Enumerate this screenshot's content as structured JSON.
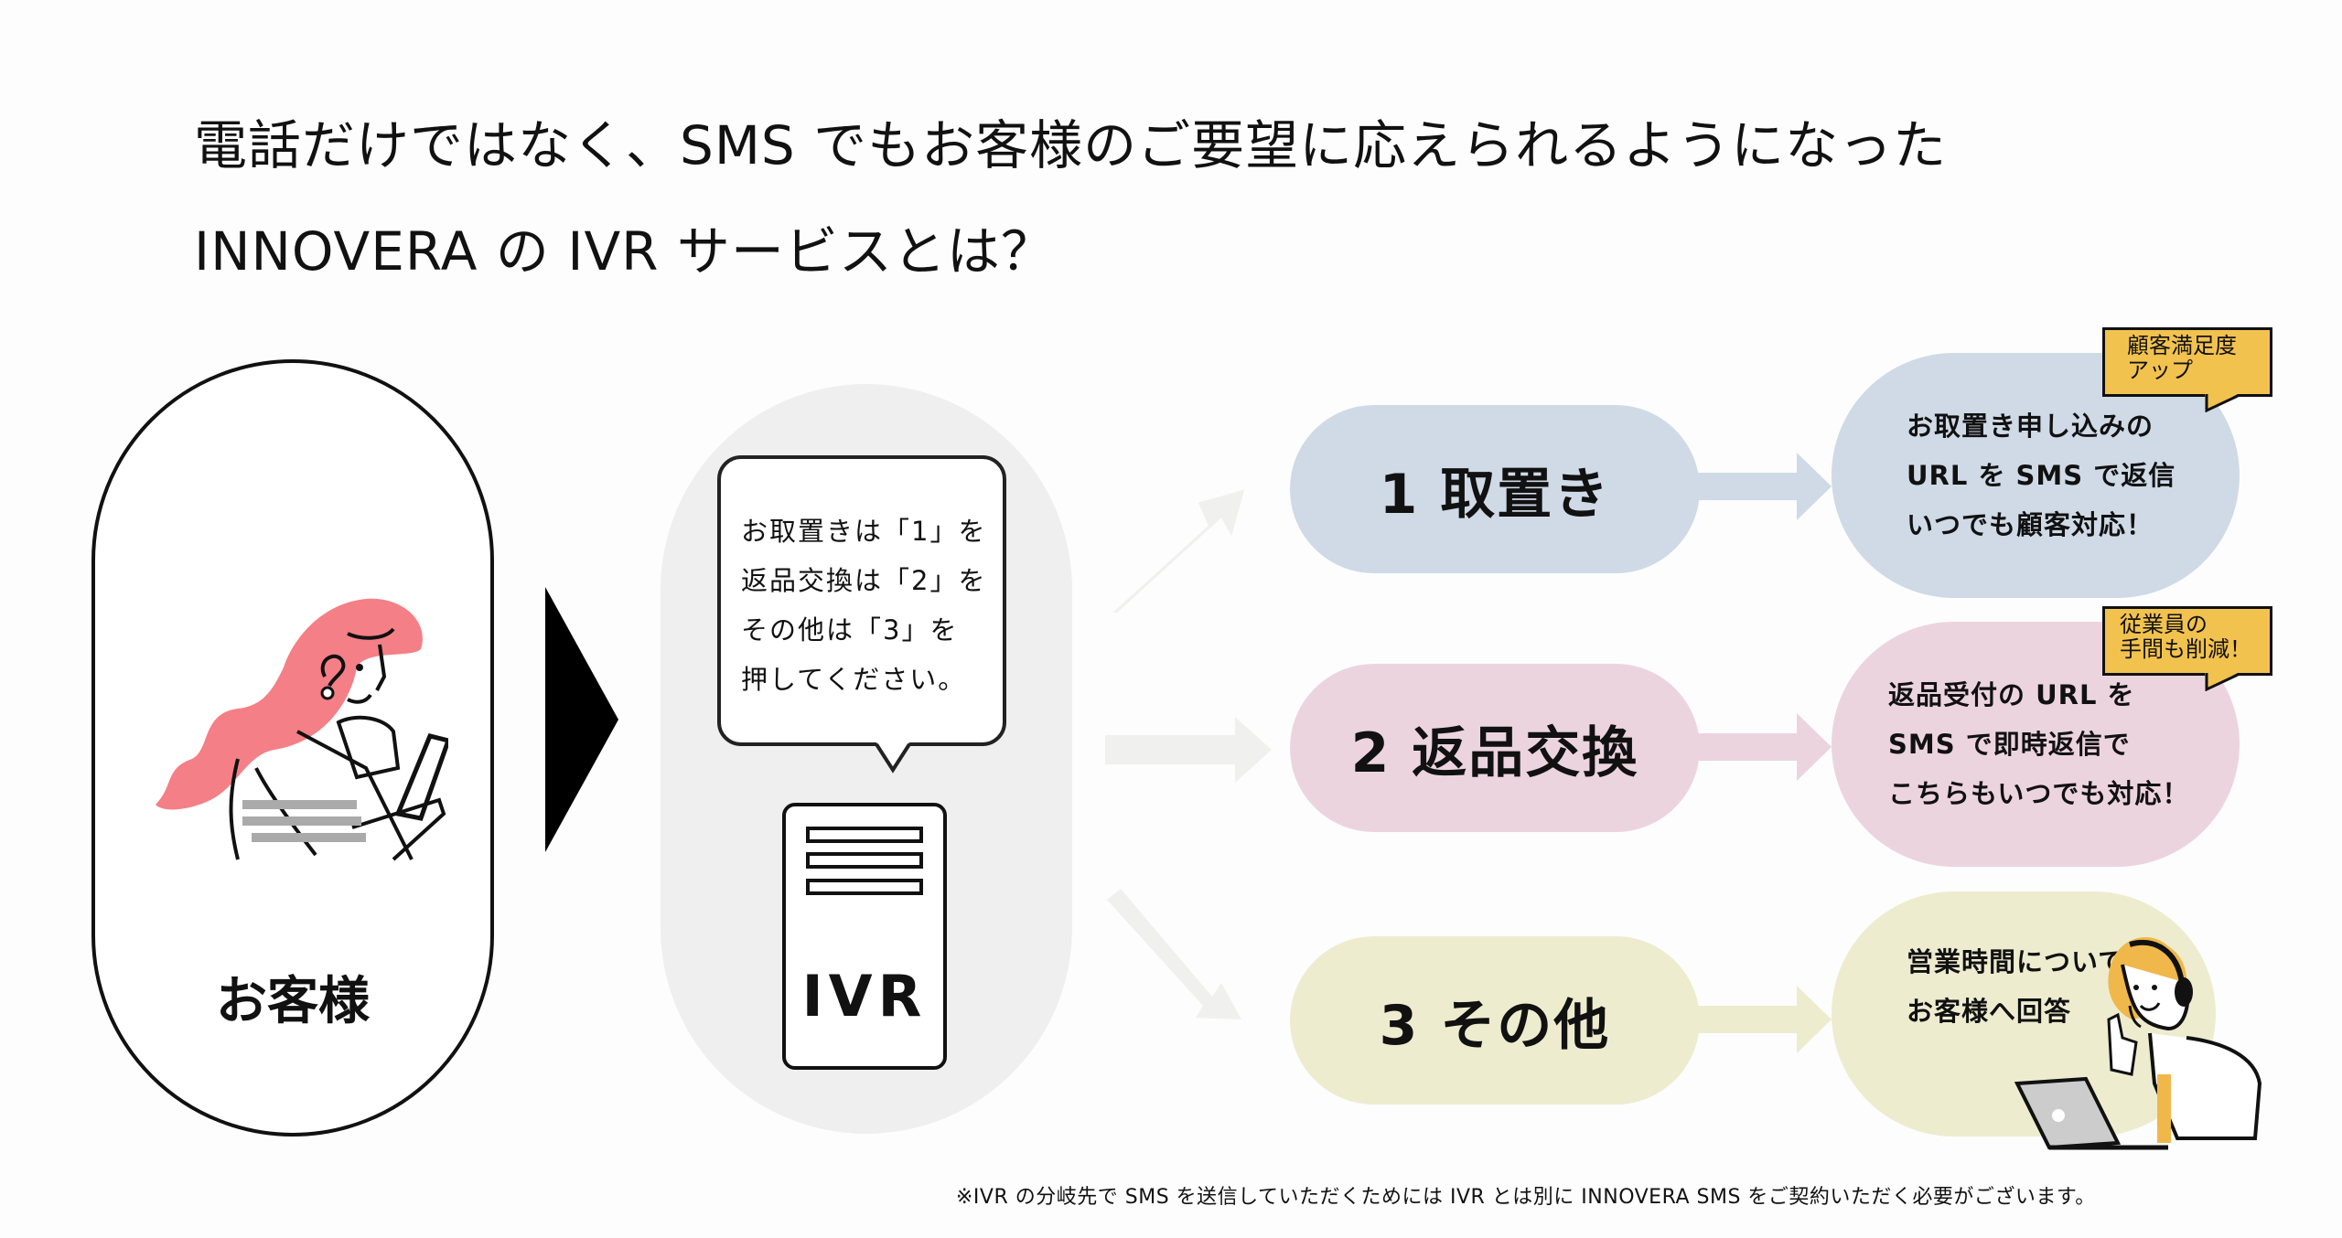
{
  "title": {
    "line1": "電話だけではなく、SMS でもお客様のご要望に応えられるようになった",
    "line2": "INNOVERA の IVR サービスとは？"
  },
  "customer": {
    "label": "お客様",
    "illustration": "woman-looking-at-smartphone-icon"
  },
  "ivr": {
    "bubble_lines": [
      "お取置きは「1」を",
      "返品交換は「2」を",
      "その他は「3」を",
      "押してください。"
    ],
    "server_label": "IVR"
  },
  "options": [
    {
      "label": "1 取置き",
      "color": "#cfdae6",
      "description_lines": [
        "お取置き申し込みの",
        "URL を SMS で返信",
        "いつでも顧客対応！"
      ],
      "badge_lines": [
        "顧客満足度",
        "アップ"
      ]
    },
    {
      "label": "2 返品交換",
      "color": "#ecd4de",
      "description_lines": [
        "返品受付の URL を",
        "SMS で即時返信で",
        "こちらもいつでも対応！"
      ],
      "badge_lines": [
        "従業員の",
        "手間も削減！"
      ]
    },
    {
      "label": "3 その他",
      "color": "#eeeccf",
      "description_lines": [
        "営業時間について",
        "お客様へ回答"
      ],
      "badge_lines": []
    }
  ],
  "colors": {
    "badge": "#f2c24f",
    "ivr_pill": "#efefef",
    "fan_arrow": "#f0f0ee",
    "customer_hair": "#f47f86",
    "operator_hair": "#f0b84a"
  },
  "footnote": "※IVR の分岐先で SMS を送信していただくためには IVR とは別に INNOVERA SMS をご契約いただく必要がございます。"
}
